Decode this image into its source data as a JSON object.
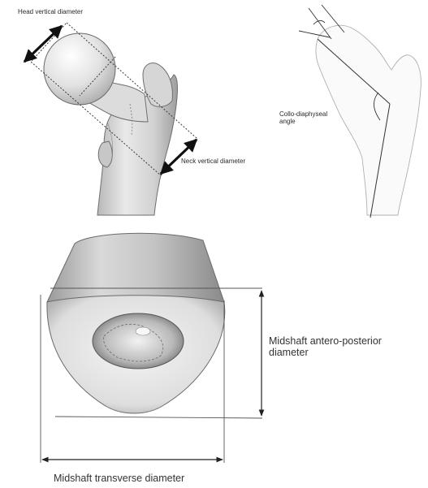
{
  "labels": {
    "head_vertical_diameter": "Head vertical diameter",
    "neck_vertical_diameter": "Neck vertical diameter",
    "collo_diaphyseal_angle": "Collo-diaphyseal angle",
    "midshaft_antero_posterior_diameter": "Midshaft antero-posterior diameter",
    "midshaft_transverse_diameter": "Midshaft transverse diameter"
  }
}
